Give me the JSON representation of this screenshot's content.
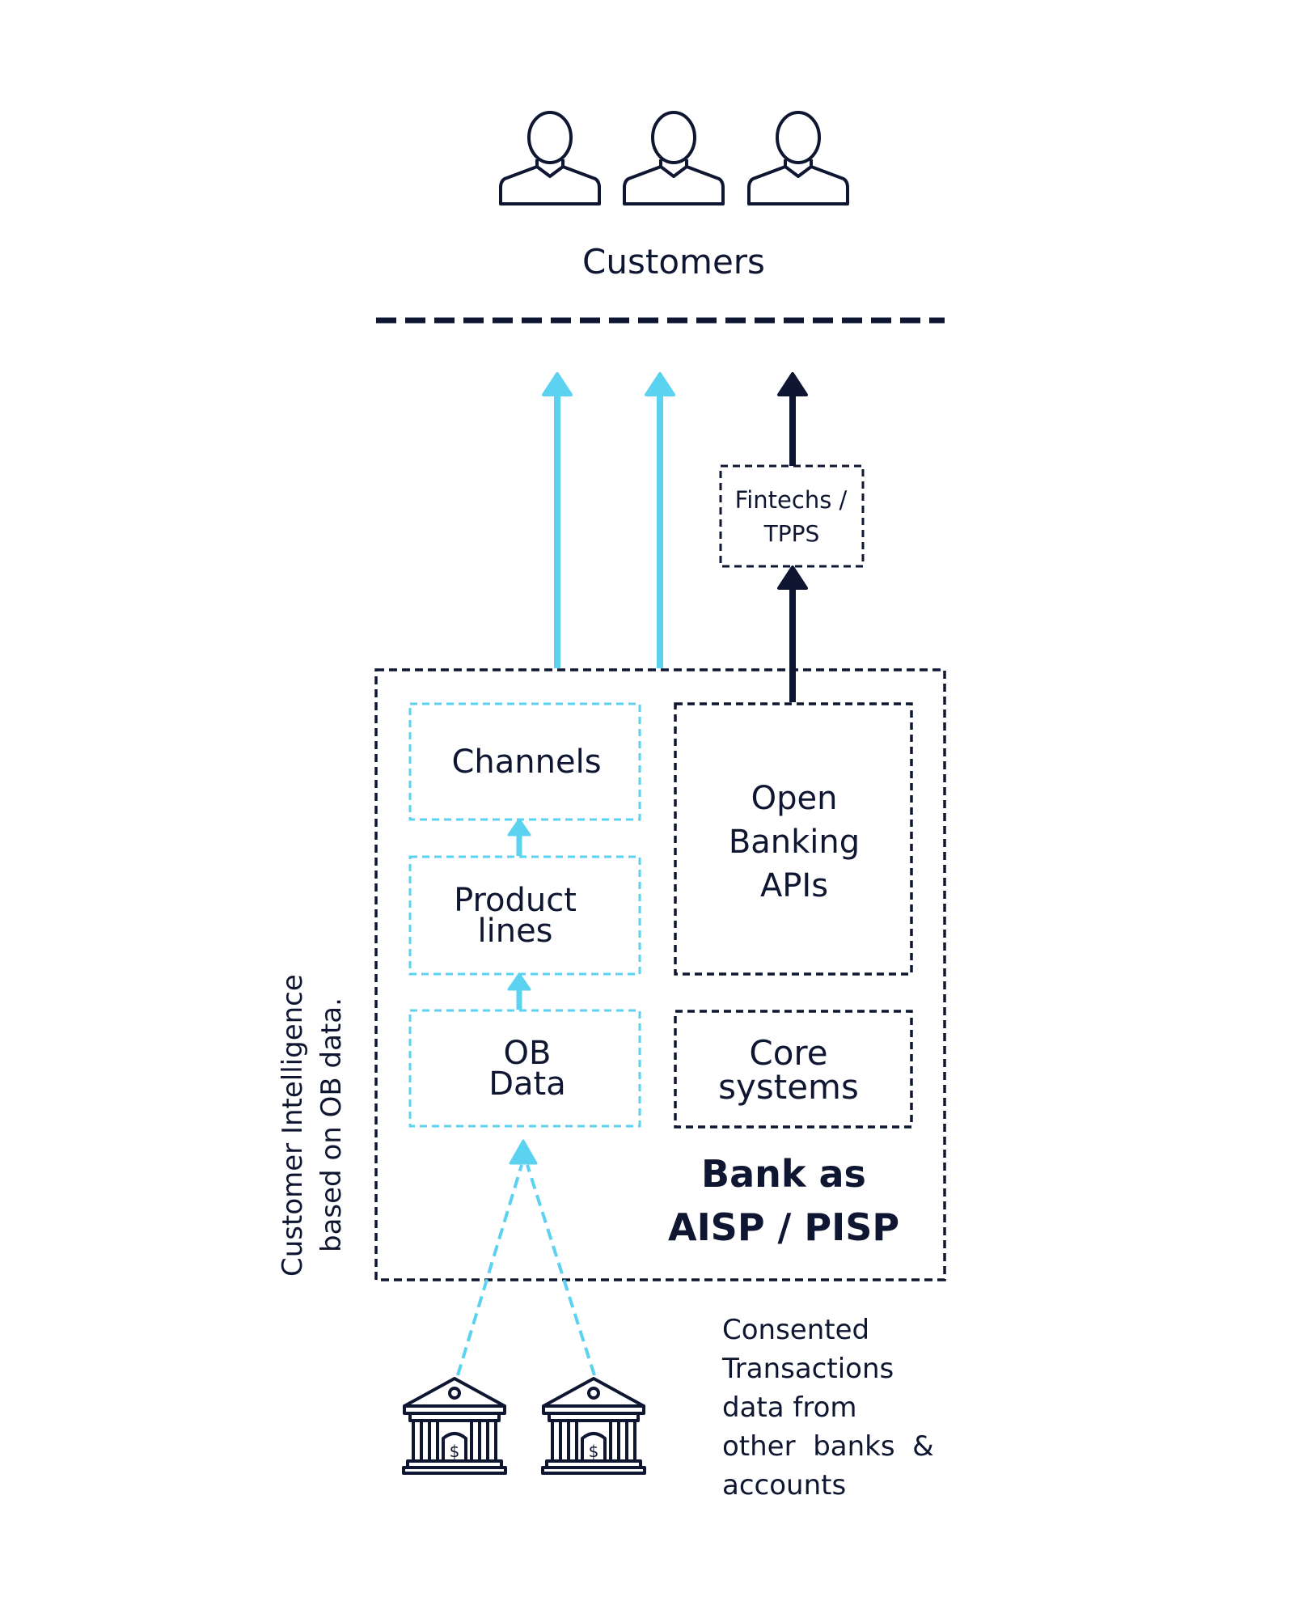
{
  "colors": {
    "navy": "#0f1631",
    "cyan": "#5ad2f0",
    "background": "#ffffff"
  },
  "customers": {
    "label": "Customers",
    "icons": [
      "person-icon",
      "person-icon",
      "person-icon"
    ]
  },
  "fintechs": {
    "line1": "Fintechs /",
    "line2": "TPPS"
  },
  "boxes": {
    "channels": "Channels",
    "product_lines": [
      "Product",
      "lines"
    ],
    "ob_data": [
      "OB",
      "Data"
    ],
    "open_banking": [
      "Open",
      "Banking",
      "APIs"
    ],
    "core_systems": [
      "Core",
      "systems"
    ]
  },
  "bank_label": [
    "Bank as",
    "AISP / PISP"
  ],
  "side_label": [
    "Customer Intelligence",
    "based on OB data."
  ],
  "consented": [
    "Consented",
    "Transactions",
    "data from",
    "other  banks  &",
    "accounts"
  ],
  "bank_icons": [
    "bank-icon",
    "bank-icon"
  ]
}
